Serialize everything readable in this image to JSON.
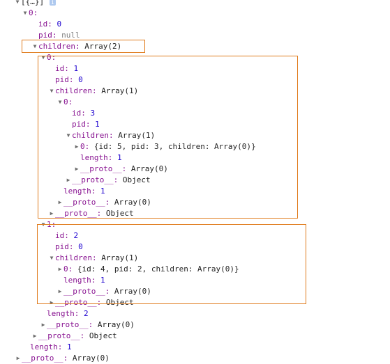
{
  "root": {
    "label": "[{…}]",
    "badge": "i"
  },
  "lines": [
    {
      "k": "0:",
      "v": ""
    },
    {
      "k": "id:",
      "v": "0"
    },
    {
      "k": "pid:",
      "v": "null"
    },
    {
      "k": "children:",
      "v": "Array(2)"
    },
    {
      "k": "0:",
      "v": ""
    },
    {
      "k": "id:",
      "v": "1"
    },
    {
      "k": "pid:",
      "v": "0"
    },
    {
      "k": "children:",
      "v": "Array(1)"
    },
    {
      "k": "0:",
      "v": ""
    },
    {
      "k": "id:",
      "v": "3"
    },
    {
      "k": "pid:",
      "v": "1"
    },
    {
      "k": "children:",
      "v": "Array(1)"
    },
    {
      "k": "0:",
      "v": "{id: 5, pid: 3, children: Array(0)}"
    },
    {
      "k": "length:",
      "v": "1"
    },
    {
      "k": "__proto__:",
      "v": "Array(0)"
    },
    {
      "k": "__proto__:",
      "v": "Object"
    },
    {
      "k": "length:",
      "v": "1"
    },
    {
      "k": "__proto__:",
      "v": "Array(0)"
    },
    {
      "k": "__proto__:",
      "v": "Object"
    },
    {
      "k": "1:",
      "v": ""
    },
    {
      "k": "id:",
      "v": "2"
    },
    {
      "k": "pid:",
      "v": "0"
    },
    {
      "k": "children:",
      "v": "Array(1)"
    },
    {
      "k": "0:",
      "v": "{id: 4, pid: 2, children: Array(0)}"
    },
    {
      "k": "length:",
      "v": "1"
    },
    {
      "k": "__proto__:",
      "v": "Array(0)"
    },
    {
      "k": "__proto__:",
      "v": "Object"
    },
    {
      "k": "length:",
      "v": "2"
    },
    {
      "k": "__proto__:",
      "v": "Array(0)"
    },
    {
      "k": "__proto__:",
      "v": "Object"
    },
    {
      "k": "length:",
      "v": "1"
    },
    {
      "k": "__proto__:",
      "v": "Array(0)"
    }
  ],
  "colors": {
    "key": "#881391",
    "number": "#1c00cf",
    "null": "#808080",
    "highlight_box": "#e07b1c"
  }
}
